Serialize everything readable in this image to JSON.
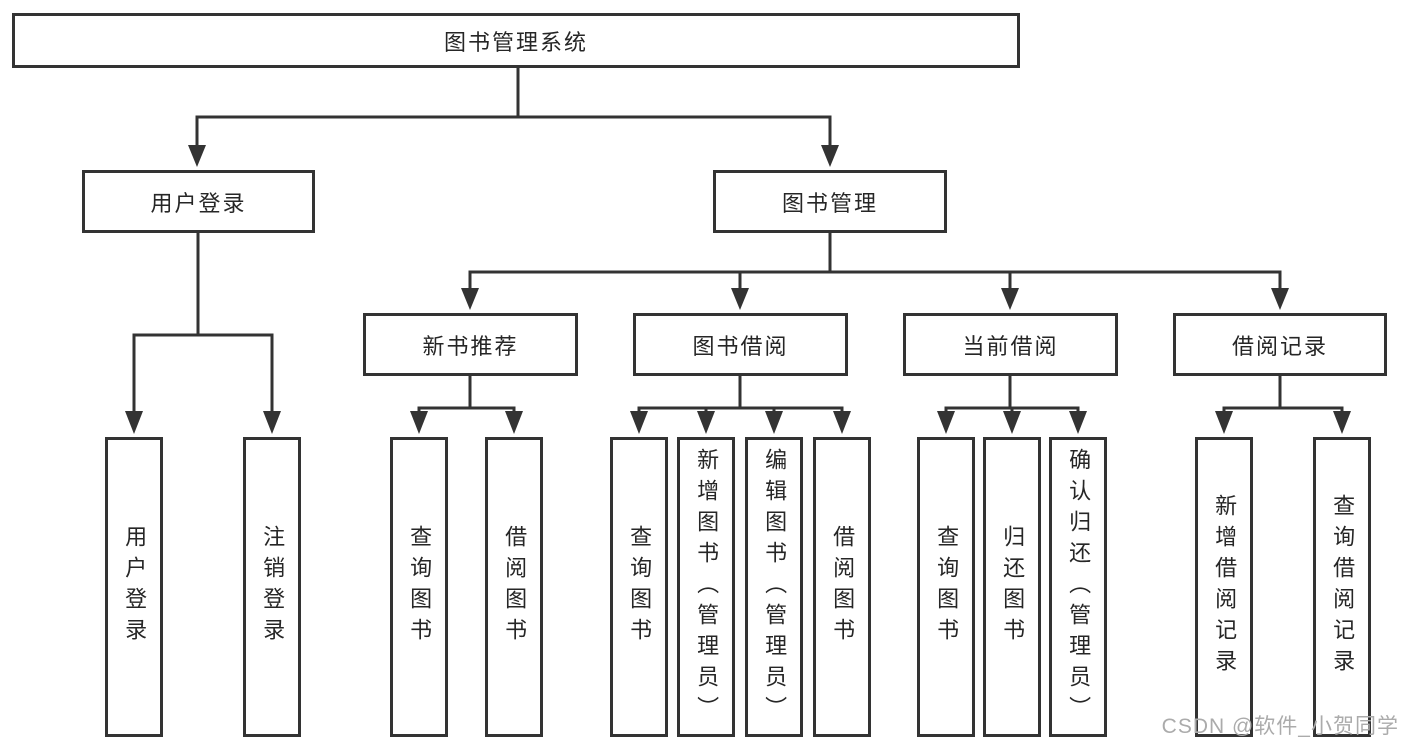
{
  "diagram": {
    "root": {
      "label": "图书管理系统"
    },
    "branches": [
      {
        "label": "用户登录",
        "leaves": [
          "用户登录",
          "注销登录"
        ]
      },
      {
        "label": "图书管理",
        "children": [
          {
            "label": "新书推荐",
            "leaves": [
              "查询图书",
              "借阅图书"
            ]
          },
          {
            "label": "图书借阅",
            "leaves": [
              "查询图书",
              "新增图书（管理员）",
              "编辑图书（管理员）",
              "借阅图书"
            ]
          },
          {
            "label": "当前借阅",
            "leaves": [
              "查询图书",
              "归还图书",
              "确认归还（管理员）"
            ]
          },
          {
            "label": "借阅记录",
            "leaves": [
              "新增借阅记录",
              "查询借阅记录"
            ]
          }
        ]
      }
    ],
    "colors": {
      "line": "#333333",
      "box_border": "#333333",
      "text": "#262626",
      "background": "#ffffff",
      "watermark": "#ababab"
    }
  },
  "watermark": {
    "text": "CSDN @软件_小贺同学"
  }
}
